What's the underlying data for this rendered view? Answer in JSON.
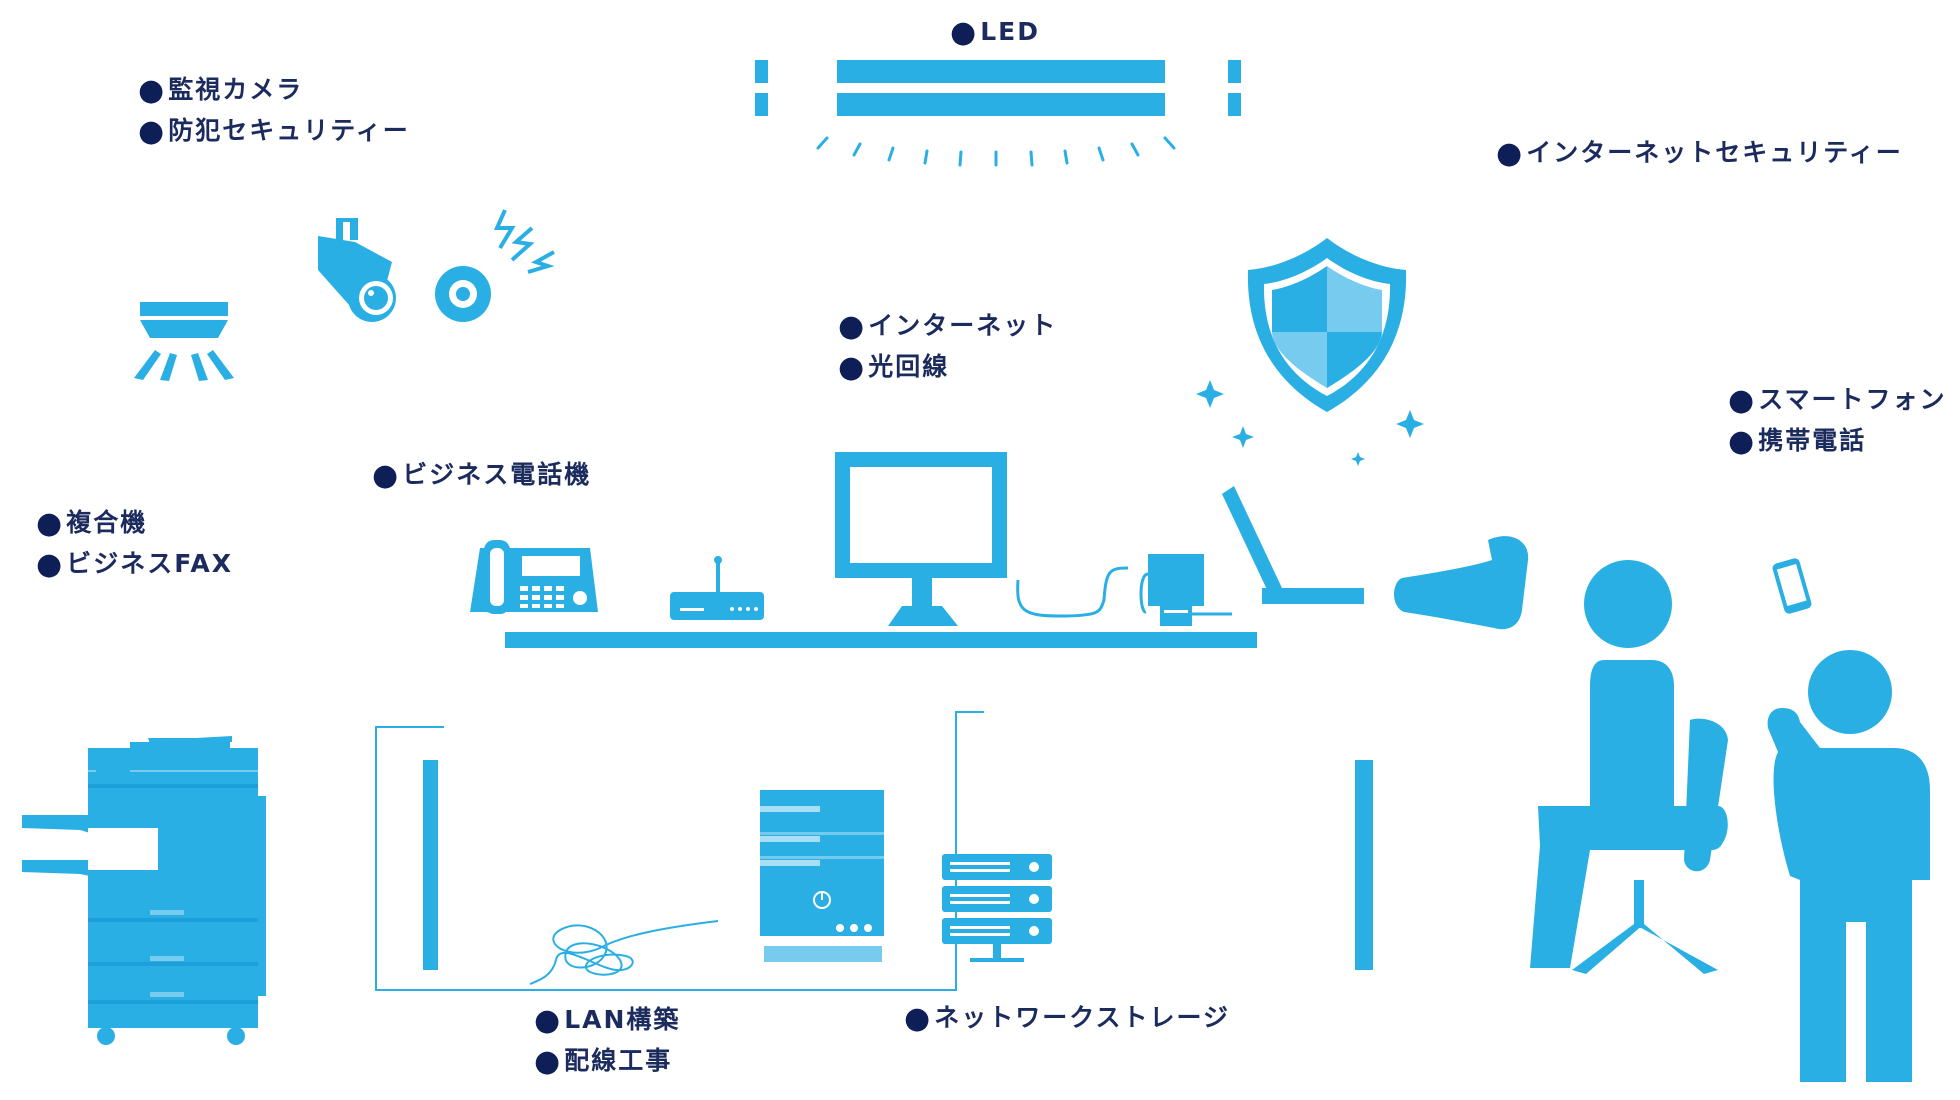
{
  "colors": {
    "device_blue": "#2aafe4",
    "device_light": "#76cbef",
    "label_navy": "#1c2b5e",
    "bullet_navy": "#0e1f58",
    "background": "#ffffff"
  },
  "icons": [
    "led-light-icon",
    "smoke-detector-icon",
    "security-camera-icon",
    "alarm-icon",
    "shield-icon",
    "sparkle-icon",
    "business-phone-icon",
    "router-icon",
    "monitor-icon",
    "ac-adapter-icon",
    "laptop-icon",
    "multifunction-printer-icon",
    "server-icon",
    "network-storage-icon",
    "lan-cable-icon",
    "seated-person-icon",
    "standing-person-icon",
    "smartphone-icon"
  ],
  "labels": {
    "led": [
      "LED"
    ],
    "camera": [
      "監視カメラ",
      "防犯セキュリティー"
    ],
    "internet_security": [
      "インターネットセキュリティー"
    ],
    "internet": [
      "インターネット",
      "光回線"
    ],
    "business_phone": [
      "ビジネス電話機"
    ],
    "smartphone": [
      "スマートフォン",
      "携帯電話"
    ],
    "multifunction": [
      "複合機",
      "ビジネスFAX"
    ],
    "lan": [
      "LAN構築",
      "配線工事"
    ],
    "storage": [
      "ネットワークストレージ"
    ]
  }
}
